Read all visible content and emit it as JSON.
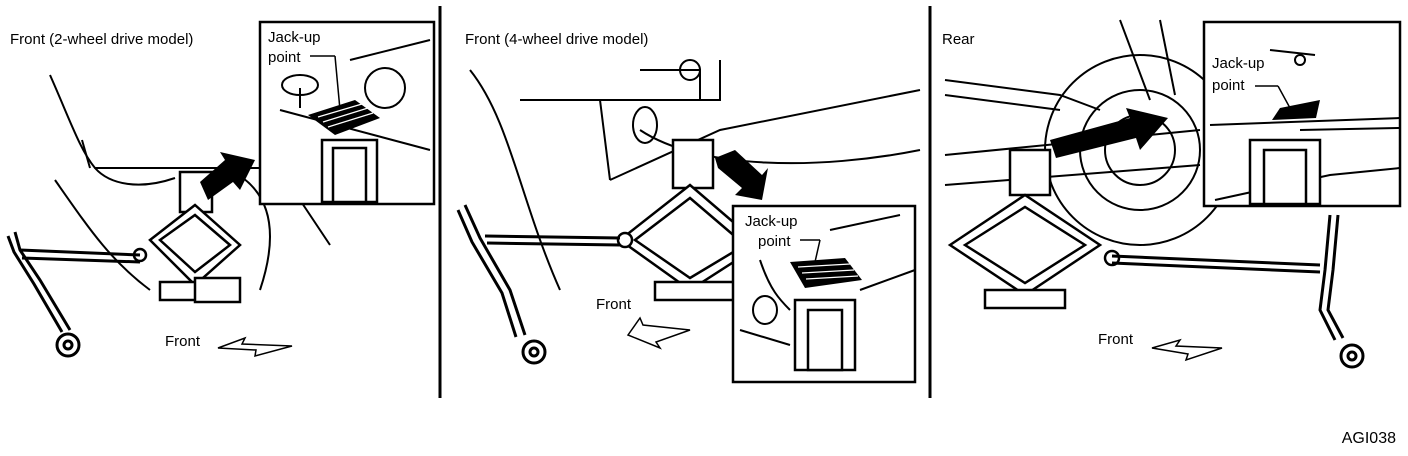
{
  "panels": [
    {
      "title": "Front (2-wheel drive model)",
      "inset_label": [
        "Jack-up",
        "point"
      ],
      "direction_label": "Front"
    },
    {
      "title": "Front (4-wheel drive model)",
      "inset_label": [
        "Jack-up",
        "point"
      ],
      "direction_label": "Front"
    },
    {
      "title": "Rear",
      "inset_label": [
        "Jack-up",
        "point"
      ],
      "direction_label": "Front"
    }
  ],
  "figure_code": "AGI038",
  "colors": {
    "ink": "#000000",
    "paper": "#ffffff"
  }
}
